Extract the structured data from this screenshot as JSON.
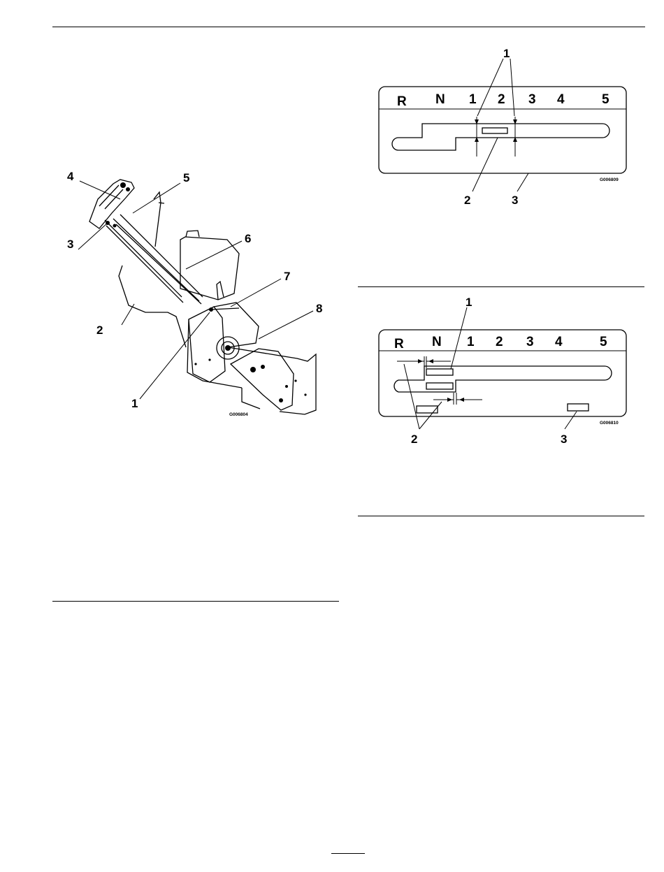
{
  "figure_left": {
    "callouts": [
      "1",
      "2",
      "3",
      "4",
      "5",
      "6",
      "7",
      "8"
    ],
    "figure_id": "G006804"
  },
  "figure_right_top": {
    "gears": [
      "R",
      "N",
      "1",
      "2",
      "3",
      "4",
      "5"
    ],
    "callouts": [
      "1",
      "2",
      "3"
    ],
    "figure_id": "G006809"
  },
  "figure_right_bottom": {
    "gears": [
      "R",
      "N",
      "1",
      "2",
      "3",
      "4",
      "5"
    ],
    "callouts": [
      "1",
      "2",
      "3"
    ],
    "figure_id": "G006810"
  }
}
